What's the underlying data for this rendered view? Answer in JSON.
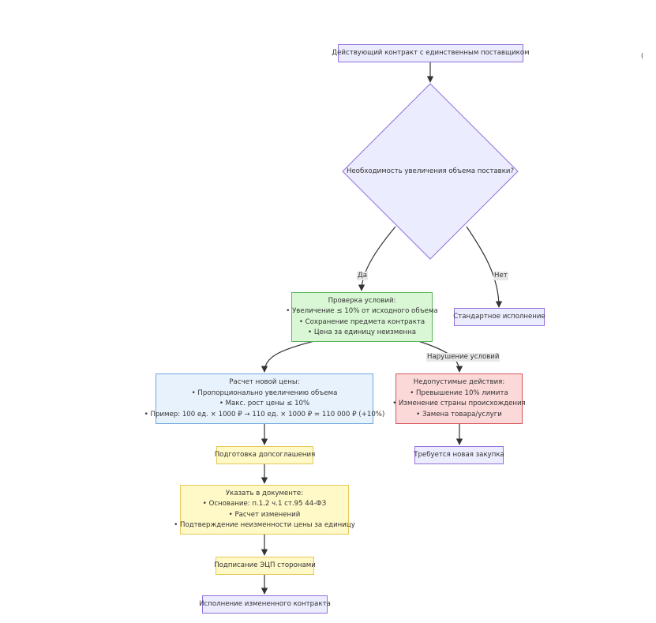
{
  "nodes": {
    "start": "Действующий контракт с единственным поставщиком",
    "decision": "Необходимость увеличения объема поставки?",
    "check": {
      "title": "Проверка условий:",
      "lines": [
        "• Увеличение ≤ 10% от исходного объема",
        "• Сохранение предмета контракта",
        "• Цена за единицу неизменна"
      ]
    },
    "standard": "Стандартное исполнение",
    "calc": {
      "title": "Расчет новой цены:",
      "lines": [
        "• Пропорционально увеличению объема",
        "• Макс. рост цены ≤ 10%",
        "• Пример: 100 ед. × 1000 ₽ → 110 ед. × 1000 ₽ = 110 000 ₽ (+10%)"
      ]
    },
    "forbidden": {
      "title": "Недопустимые действия:",
      "lines": [
        "• Превышение 10% лимита",
        "• Изменение страны происхождения",
        "• Замена товара/услуги"
      ]
    },
    "prepare": "Подготовка допсоглашения",
    "new_purchase": "Требуется новая закупка",
    "document": {
      "title": "Указать в документе:",
      "lines": [
        "• Основание: п.1.2 ч.1 ст.95 44-ФЗ",
        "• Расчет изменений",
        "• Подтверждение неизменности цены за единицу"
      ]
    },
    "sign": "Подписание ЭЦП сторонами",
    "execute": "Исполнение измененного контракта"
  },
  "edges": {
    "yes": "Да",
    "no": "Нет",
    "violation": "Нарушение условий"
  },
  "stray_mark": "(",
  "colors": {
    "line": "#333333",
    "purple_fill": "#ececff",
    "purple_stroke": "#9370db",
    "green_fill": "#d9f7d4",
    "blue_fill": "#e8f2fd",
    "red_fill": "#fcd9d9",
    "yellow_fill": "#fff9c8"
  }
}
